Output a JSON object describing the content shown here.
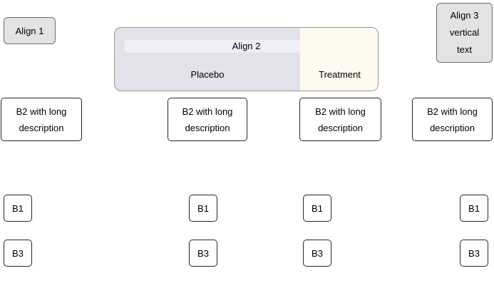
{
  "colors": {
    "align_fill": "#e3e3e3",
    "align_border": "#6e6e6e",
    "big_border": "#989898",
    "placebo_fill": "#e2e3ea",
    "treatment_fill": "#fffaf0",
    "strip_fill": "#eff0f5",
    "b_border": "#262626"
  },
  "align1": {
    "label": "Align 1"
  },
  "align2": {
    "title": "Align 2",
    "arms": [
      {
        "label": "Placebo"
      },
      {
        "label": "Treatment"
      }
    ]
  },
  "align3": {
    "lines": [
      "Align 3",
      "vertical",
      "text"
    ]
  },
  "columns": [
    {
      "b2_line1": "B2 with long",
      "b2_line2": "description",
      "b1": "B1",
      "b3": "B3"
    },
    {
      "b2_line1": "B2 with long",
      "b2_line2": "description",
      "b1": "B1",
      "b3": "B3"
    },
    {
      "b2_line1": "B2 with long",
      "b2_line2": "description",
      "b1": "B1",
      "b3": "B3"
    },
    {
      "b2_line1": "B2 with long",
      "b2_line2": "description",
      "b1": "B1",
      "b3": "B3"
    }
  ]
}
